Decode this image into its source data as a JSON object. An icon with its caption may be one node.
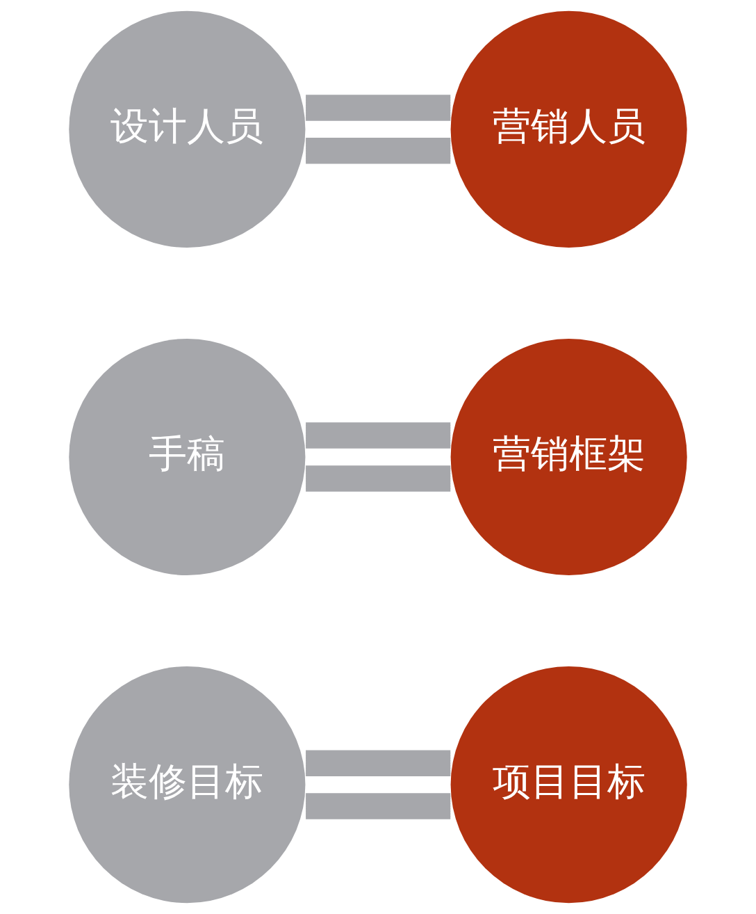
{
  "diagram": {
    "nodes": [
      {
        "text": [
          "设计人员"
        ]
      },
      {
        "text": [
          "营销人员"
        ]
      },
      {
        "text": [
          "手稿"
        ]
      },
      {
        "text": [
          "营销框架"
        ]
      },
      {
        "text": [
          "装修目标"
        ]
      },
      {
        "text": [
          "项目目标"
        ]
      }
    ],
    "edges": [
      {
        "from": 0,
        "to": 1,
        "arrow": "none"
      },
      {
        "from": 2,
        "to": 3,
        "arrow": "none"
      },
      {
        "from": 4,
        "to": 5,
        "arrow": "none"
      }
    ]
  }
}
